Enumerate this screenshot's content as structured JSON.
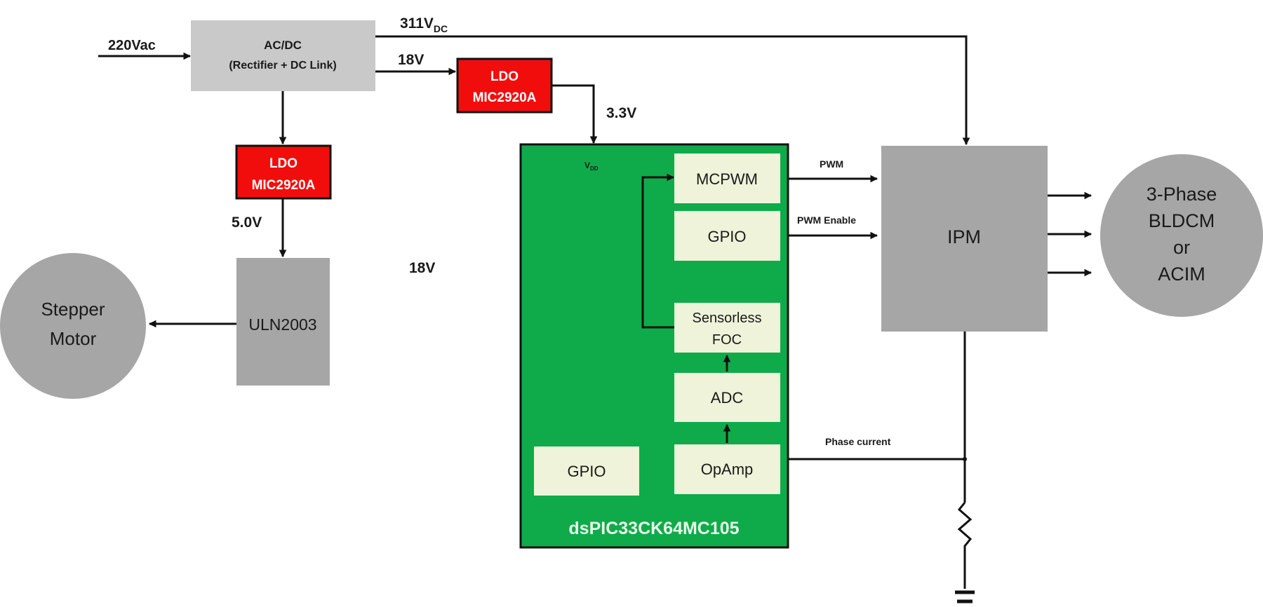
{
  "labels": {
    "input": "220Vac",
    "dc_bus": "311V",
    "dc_bus_sub": "DC",
    "rail_18v_top": "18V",
    "rail_18v_mid": "18V",
    "rail_3v3": "3.3V",
    "rail_5v": "5.0V",
    "vdd": "V",
    "vdd_sub": "DD",
    "pwm": "PWM",
    "pwm_enable": "PWM Enable",
    "phase_current": "Phase current"
  },
  "blocks": {
    "acdc": {
      "line1": "AC/DC",
      "line2": "(Rectifier + DC Link)"
    },
    "ldo_top": {
      "line1": "LDO",
      "line2": "MIC2920A"
    },
    "ldo_left": {
      "line1": "LDO",
      "line2": "MIC2920A"
    },
    "uln": "ULN2003",
    "stepper": {
      "line1": "Stepper",
      "line2": "Motor"
    },
    "mcu": "dsPIC33CK64MC105",
    "mcpwm": "MCPWM",
    "gpio_right": "GPIO",
    "foc": {
      "line1": "Sensorless",
      "line2": "FOC"
    },
    "adc": "ADC",
    "opamp": "OpAmp",
    "gpio_left": "GPIO",
    "ipm": "IPM",
    "motor": {
      "line1": "3-Phase",
      "line2": "BLDCM",
      "line3": "or",
      "line4": "ACIM"
    }
  },
  "colors": {
    "grey_block": "#a6a6a6",
    "acdc_block": "#c9c9c9",
    "ldo_red": "#f20d0d",
    "mcu_green": "#0fab4a",
    "sub_block": "#eef3d9",
    "mcu_label": "#e8f7ea"
  }
}
